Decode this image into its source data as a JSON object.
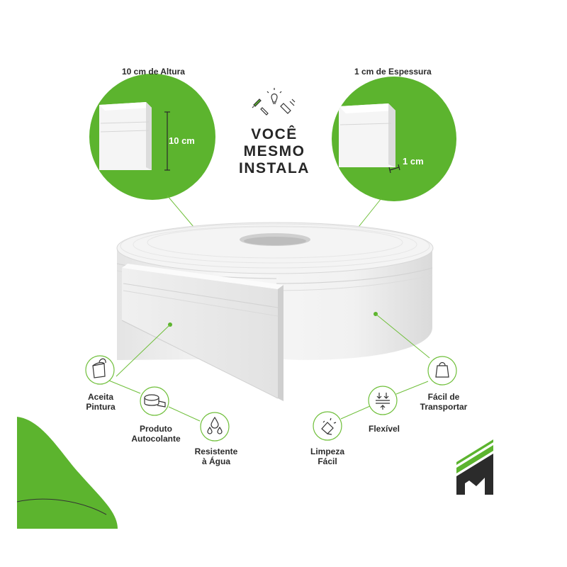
{
  "top_labels": {
    "height": "10 cm de Altura",
    "thickness": "1 cm de Espessura"
  },
  "callouts": {
    "height_measure": "10 cm",
    "thickness_measure": "1 cm"
  },
  "headline": {
    "line1": "VOCÊ",
    "line2": "MESMO",
    "line3": "INSTALA"
  },
  "features": [
    {
      "line1": "Aceita",
      "line2": "Pintura",
      "icon": "paint-bucket-icon"
    },
    {
      "line1": "Produto",
      "line2": "Autocolante",
      "icon": "tape-roll-icon"
    },
    {
      "line1": "Resistente",
      "line2": "à Água",
      "icon": "water-drops-icon"
    },
    {
      "line1": "Limpeza",
      "line2": "Fácil",
      "icon": "cleaning-hand-icon"
    },
    {
      "line1": "Flexível",
      "line2": "",
      "icon": "flex-arrows-icon"
    },
    {
      "line1": "Fácil de",
      "line2": "Transportar",
      "icon": "bag-icon"
    }
  ],
  "colors": {
    "brand_green": "#5cb42e",
    "text": "#2a2a2a",
    "line": "#6fbf3a",
    "logo": "#2b2b2b"
  }
}
